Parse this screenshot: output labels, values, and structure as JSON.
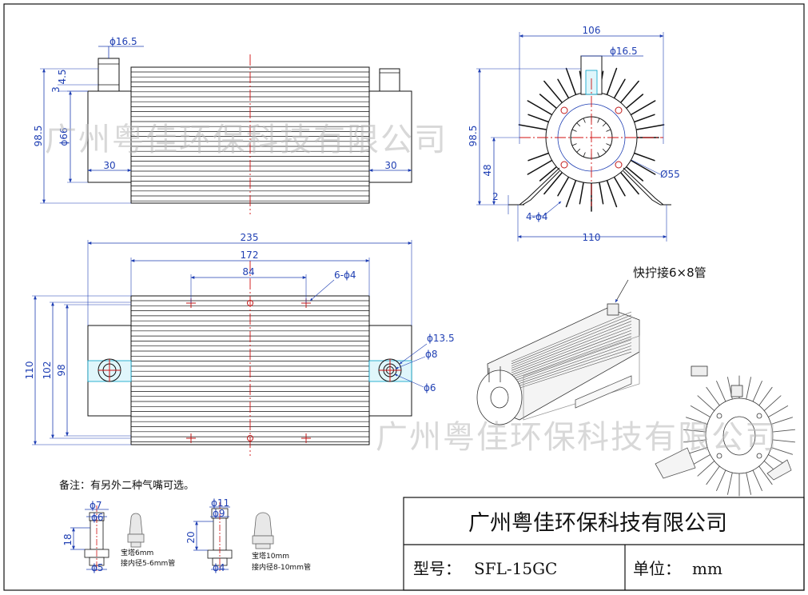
{
  "front_view": {
    "dims": {
      "inlet_dia": "ϕ16.5",
      "cap_height": "4.5",
      "step": "3",
      "overall_height": "98.5",
      "body_dia": "ϕ66",
      "left_block_len": "30",
      "right_block_len": "30"
    }
  },
  "end_view": {
    "dims": {
      "width": "106",
      "inlet_dia": "ϕ16.5",
      "overall_height": "98.5",
      "center_height": "48",
      "base_thickness": "2",
      "fin_dia": "Ø55",
      "mount_holes": "4-ϕ4",
      "base_width": "110"
    }
  },
  "plan_view": {
    "dims": {
      "total_length": "235",
      "body_length": "172",
      "hole_spacing": "84",
      "top_holes": "6-ϕ4",
      "width_outer": "110",
      "width_mid": "102",
      "width_inner": "98",
      "port_outer": "ϕ13.5",
      "port_mid": "ϕ8",
      "port_inner": "ϕ6"
    }
  },
  "iso_view": {
    "fitting_label": "快拧接6×8管"
  },
  "notes": {
    "remark": "备注：有另外二种气嘴可选。",
    "nozzle_a": {
      "d1": "ϕ7",
      "d2": "ϕ6",
      "d3": "ϕ5",
      "height": "18",
      "caption1": "宝塔6mm",
      "caption2": "接内径5-6mm管"
    },
    "nozzle_b": {
      "d1": "ϕ11",
      "d2": "ϕ9",
      "d3": "ϕ4",
      "height": "20",
      "caption1": "宝塔10mm",
      "caption2": "接内径8-10mm管"
    }
  },
  "watermark": "广州粤佳环保科技有限公司",
  "title_block": {
    "company": "广州粤佳环保科技有限公司",
    "model_label": "型号：",
    "model_value": "SFL-15GC",
    "unit_label": "单位：",
    "unit_value": "mm"
  },
  "colors": {
    "line": "#111111",
    "dimension": "#1f3fb3",
    "centerline": "#d01010",
    "watermark": "#b9b9b9",
    "port_ring": "#00a0c8"
  }
}
